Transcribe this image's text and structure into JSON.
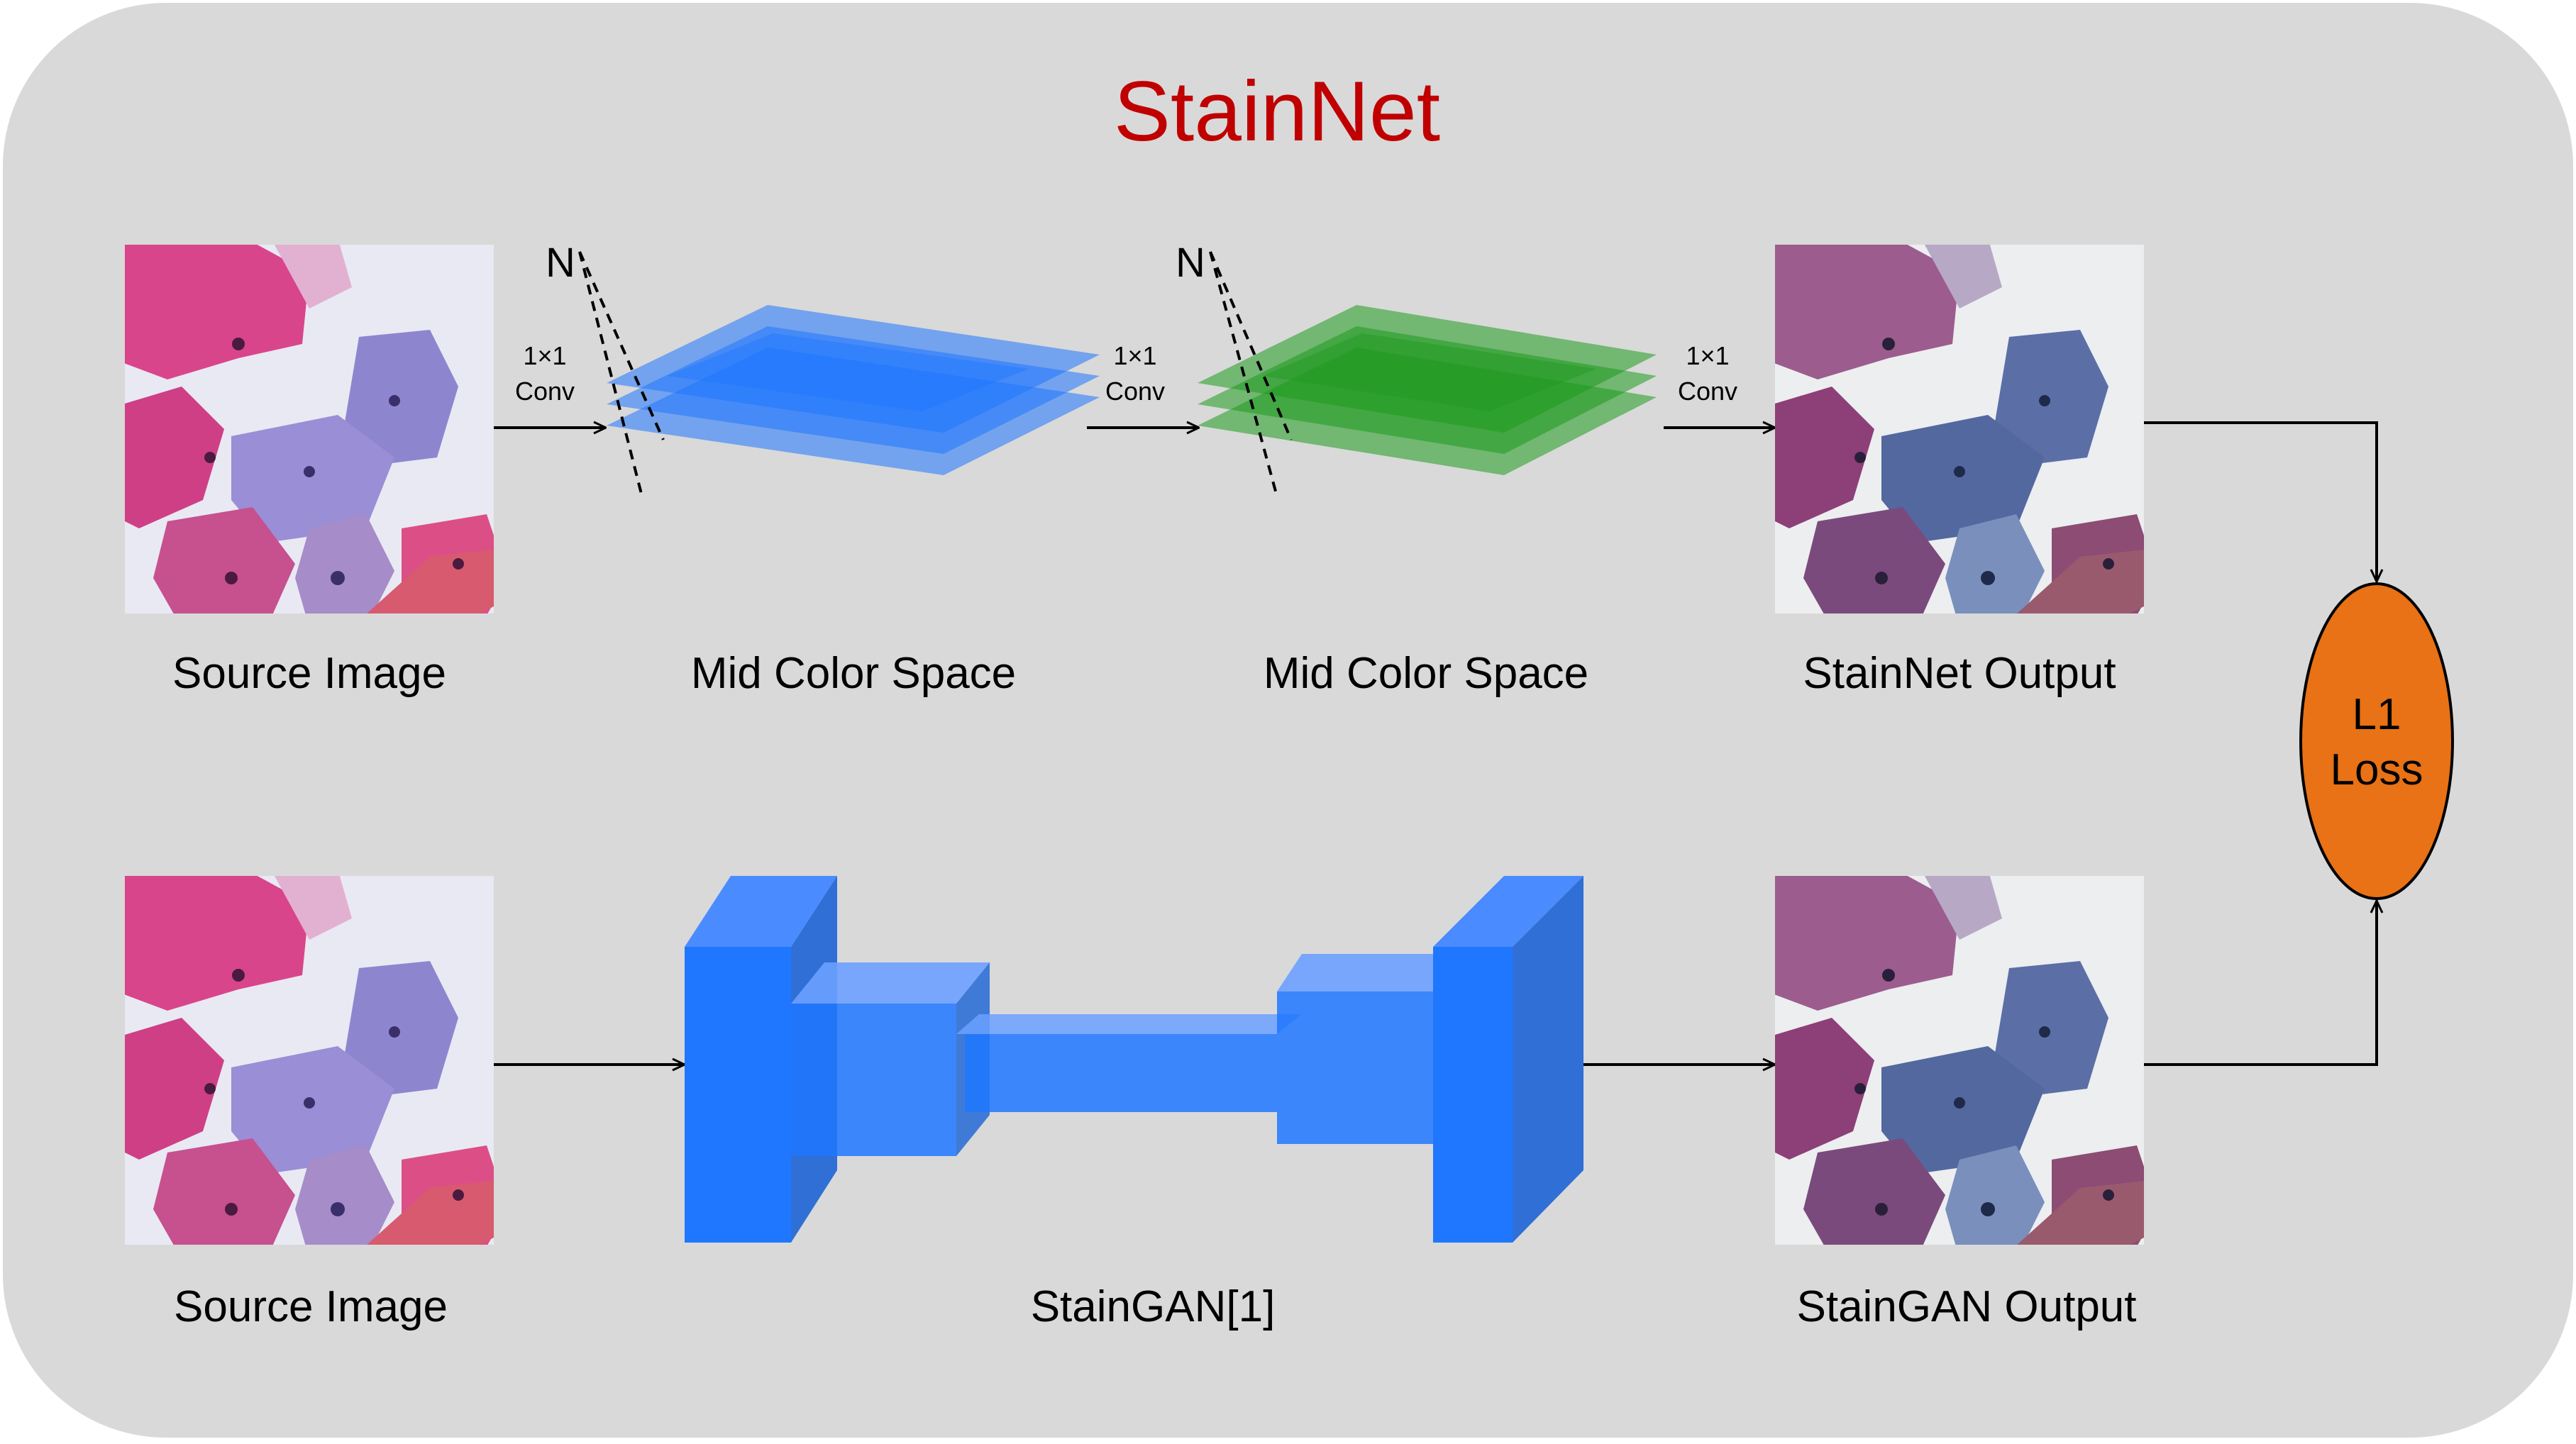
{
  "title": "StainNet",
  "colors": {
    "panel": "#d9d9d9",
    "title": "#c00000",
    "blue": "#1f77ff",
    "green": "#1e9a1e",
    "loss_fill": "#e87215",
    "arrow": "#000000"
  },
  "labels": {
    "n1": "N",
    "n2": "N",
    "conv1_line1": "1×1",
    "conv1_line2": "Conv",
    "conv2_line1": "1×1",
    "conv2_line2": "Conv",
    "conv3_line1": "1×1",
    "conv3_line2": "Conv",
    "source_top": "Source Image",
    "mid1": "Mid Color Space",
    "mid2": "Mid Color Space",
    "stainnet_output": "StainNet Output",
    "source_bottom": "Source Image",
    "staingan": "StainGAN[1]",
    "staingan_output": "StainGAN Output",
    "loss_line1": "L1",
    "loss_line2": "Loss"
  },
  "icons": {
    "source_image": "cytology-micrograph-pink-purple",
    "stainnet_output": "cytology-micrograph-normalized",
    "staingan_output": "cytology-micrograph-normalized"
  }
}
